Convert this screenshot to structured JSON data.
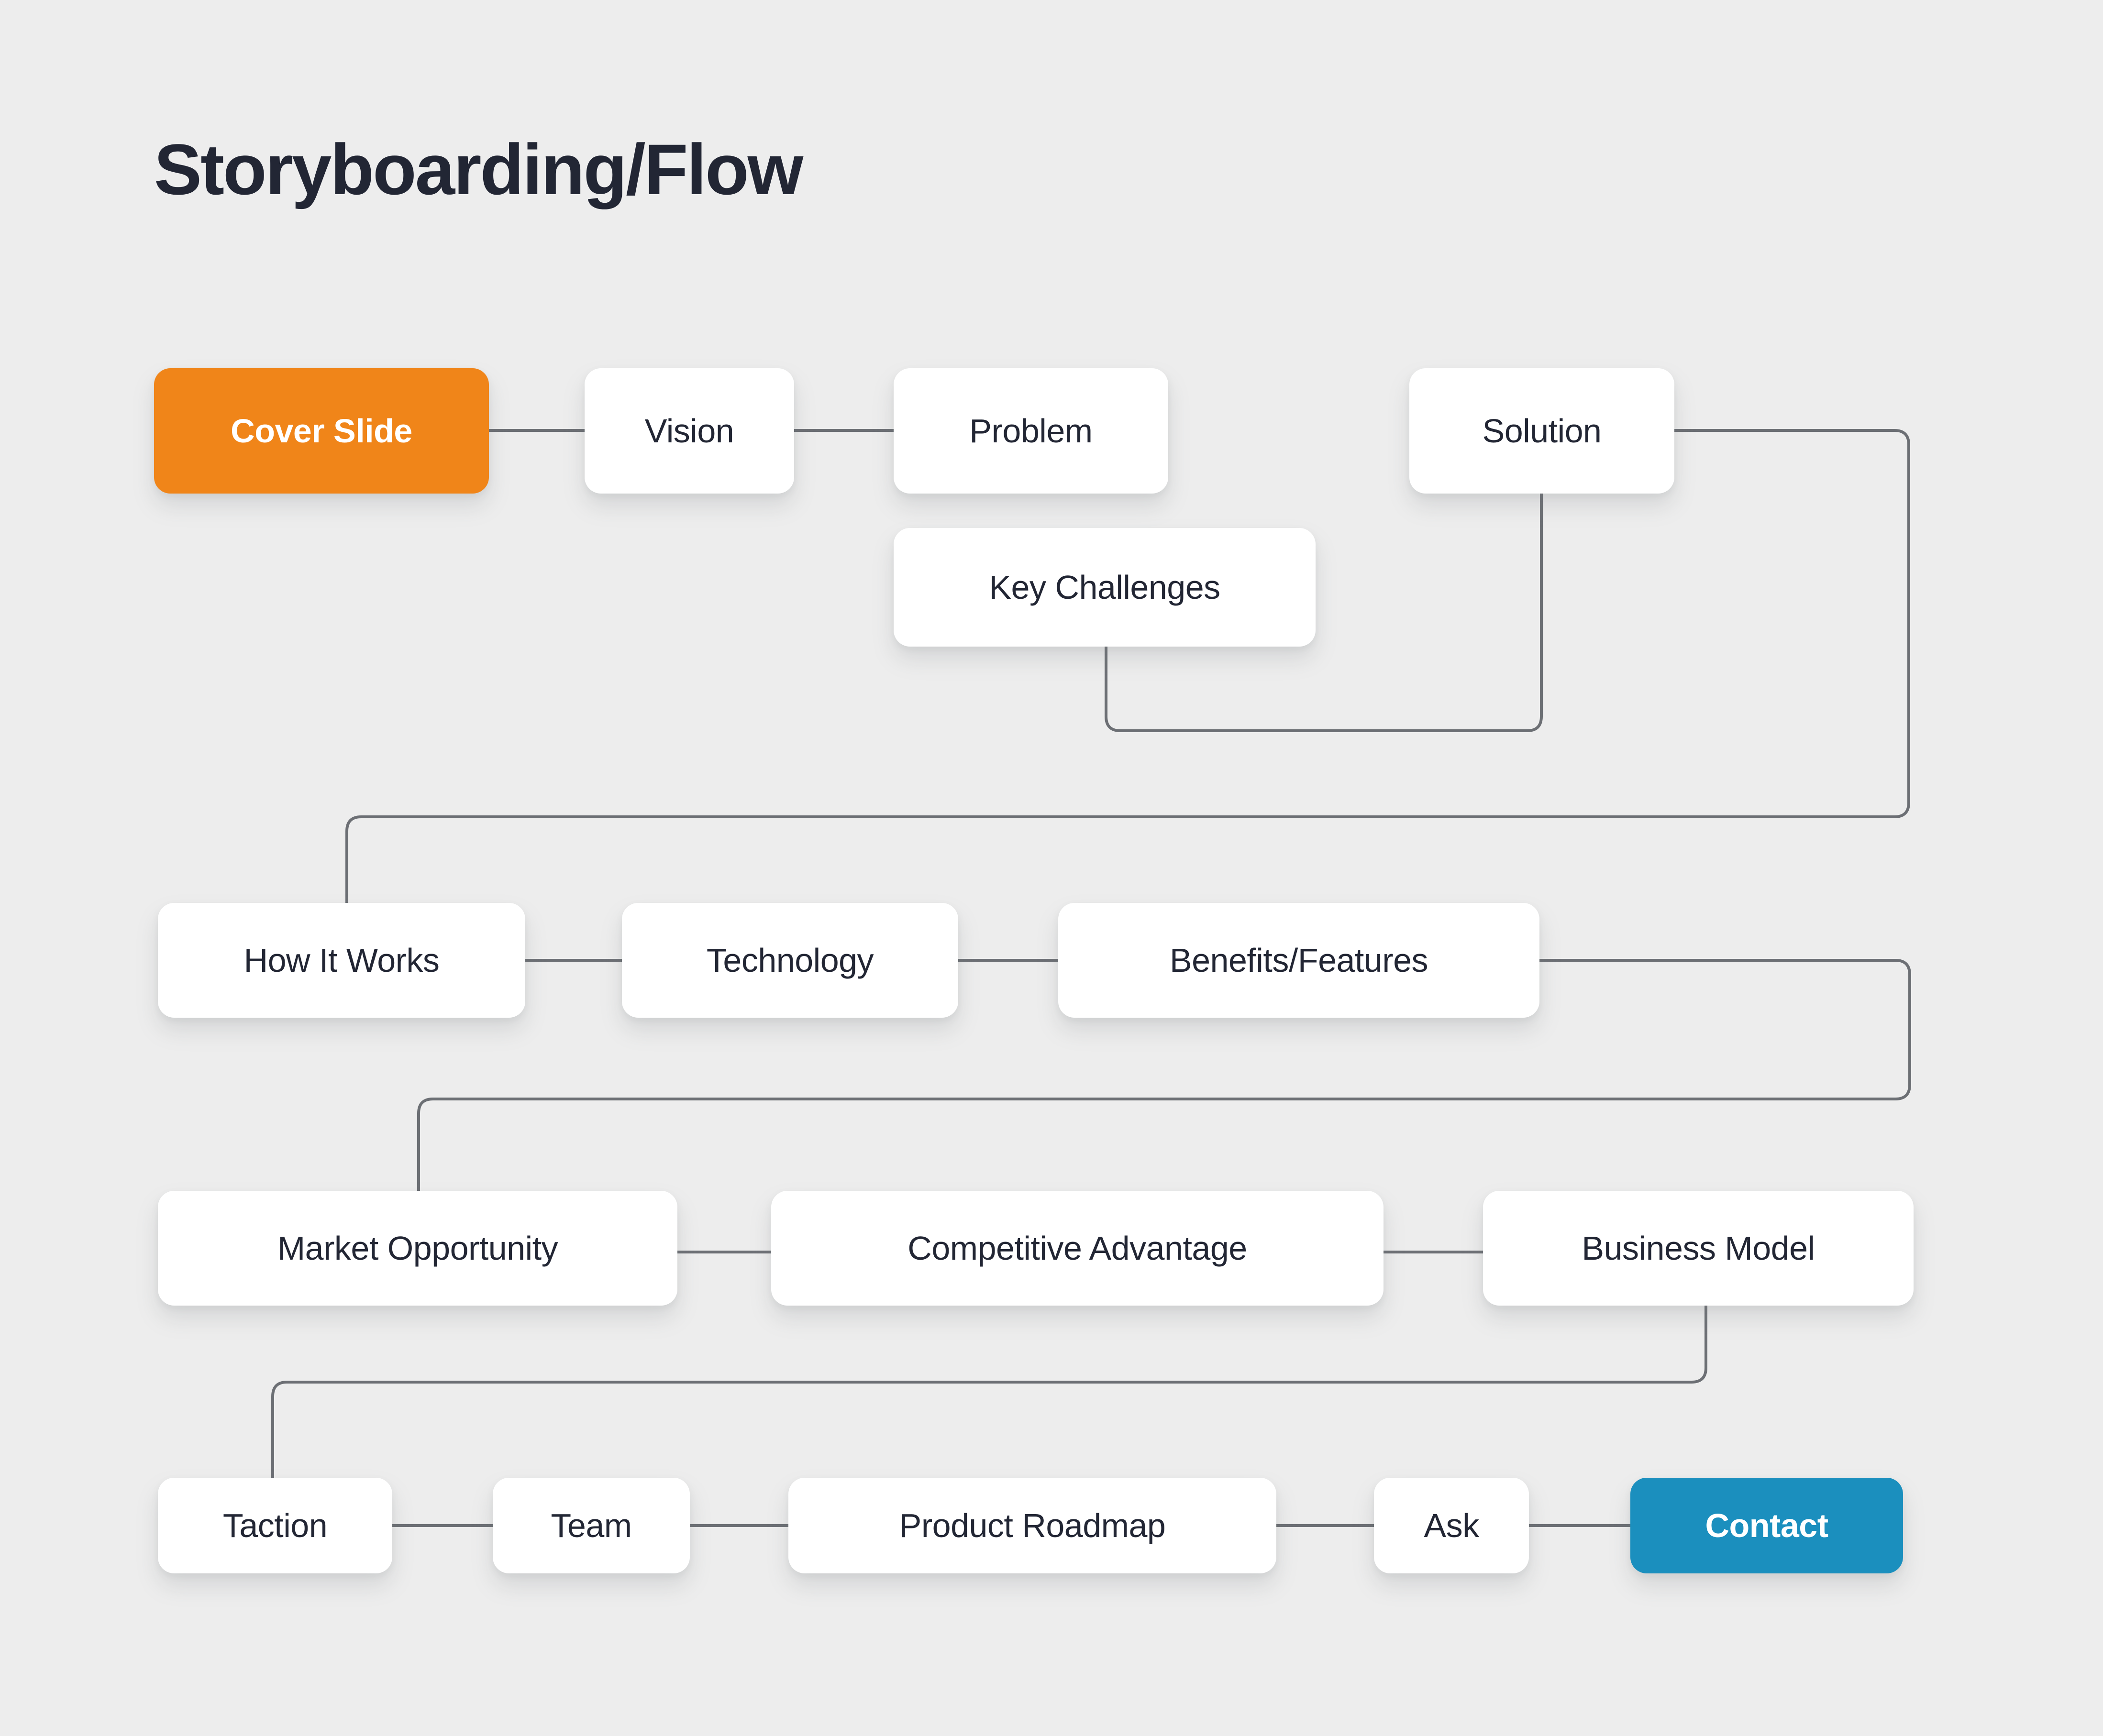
{
  "page": {
    "title": "Storyboarding/Flow",
    "background_color": "#ededed",
    "text_color": "#222634",
    "connector_color": "#6c6f74"
  },
  "palette": {
    "accent_orange": "#F08519",
    "accent_blue": "#1B8FBE",
    "node_fill": "#FFFFFF",
    "node_text": "#222634",
    "accent_text": "#FFFFFF"
  },
  "chart_data": {
    "type": "diagram",
    "title": "Storyboarding/Flow",
    "diagram_kind": "flowchart",
    "flow_order": [
      "Cover Slide",
      "Vision",
      "Problem",
      "Key Challenges",
      "Solution",
      "How It Works",
      "Technology",
      "Benefits/Features",
      "Market Opportunity",
      "Competitive Advantage",
      "Business Model",
      "Taction",
      "Team",
      "Product Roadmap",
      "Ask",
      "Contact"
    ],
    "rows": [
      {
        "row_index": 1,
        "nodes": [
          "Cover Slide",
          "Vision",
          "Problem",
          "Solution"
        ]
      },
      {
        "row_index": 2,
        "nodes": [
          "Key Challenges"
        ]
      },
      {
        "row_index": 3,
        "nodes": [
          "How It Works",
          "Technology",
          "Benefits/Features"
        ]
      },
      {
        "row_index": 4,
        "nodes": [
          "Market Opportunity",
          "Competitive Advantage",
          "Business Model"
        ]
      },
      {
        "row_index": 5,
        "nodes": [
          "Taction",
          "Team",
          "Product Roadmap",
          "Ask",
          "Contact"
        ]
      }
    ],
    "edges": [
      {
        "from": "Cover Slide",
        "to": "Vision",
        "style": "straight"
      },
      {
        "from": "Vision",
        "to": "Problem",
        "style": "straight"
      },
      {
        "from": "Problem",
        "to": "Key Challenges",
        "style": "elbow"
      },
      {
        "from": "Key Challenges",
        "to": "Solution",
        "style": "elbow"
      },
      {
        "from": "Solution",
        "to": "How It Works",
        "style": "elbow"
      },
      {
        "from": "How It Works",
        "to": "Technology",
        "style": "straight"
      },
      {
        "from": "Technology",
        "to": "Benefits/Features",
        "style": "straight"
      },
      {
        "from": "Benefits/Features",
        "to": "Market Opportunity",
        "style": "elbow"
      },
      {
        "from": "Market Opportunity",
        "to": "Competitive Advantage",
        "style": "straight"
      },
      {
        "from": "Competitive Advantage",
        "to": "Business Model",
        "style": "straight"
      },
      {
        "from": "Business Model",
        "to": "Taction",
        "style": "elbow"
      },
      {
        "from": "Taction",
        "to": "Team",
        "style": "straight"
      },
      {
        "from": "Team",
        "to": "Product Roadmap",
        "style": "straight"
      },
      {
        "from": "Product Roadmap",
        "to": "Ask",
        "style": "straight"
      },
      {
        "from": "Ask",
        "to": "Contact",
        "style": "straight"
      }
    ]
  },
  "nodes": [
    {
      "id": "cover-slide",
      "label": "Cover Slide",
      "variant": "orange"
    },
    {
      "id": "vision",
      "label": "Vision",
      "variant": "plain"
    },
    {
      "id": "problem",
      "label": "Problem",
      "variant": "plain"
    },
    {
      "id": "solution",
      "label": "Solution",
      "variant": "plain"
    },
    {
      "id": "key-challenges",
      "label": "Key Challenges",
      "variant": "plain"
    },
    {
      "id": "how-it-works",
      "label": "How It Works",
      "variant": "plain"
    },
    {
      "id": "technology",
      "label": "Technology",
      "variant": "plain"
    },
    {
      "id": "benefits-features",
      "label": "Benefits/Features",
      "variant": "plain"
    },
    {
      "id": "market-opportunity",
      "label": "Market Opportunity",
      "variant": "plain"
    },
    {
      "id": "competitive-advantage",
      "label": "Competitive Advantage",
      "variant": "plain"
    },
    {
      "id": "business-model",
      "label": "Business Model",
      "variant": "plain"
    },
    {
      "id": "taction",
      "label": "Taction",
      "variant": "plain"
    },
    {
      "id": "team",
      "label": "Team",
      "variant": "plain"
    },
    {
      "id": "product-roadmap",
      "label": "Product Roadmap",
      "variant": "plain"
    },
    {
      "id": "ask",
      "label": "Ask",
      "variant": "plain"
    },
    {
      "id": "contact",
      "label": "Contact",
      "variant": "blue"
    }
  ]
}
